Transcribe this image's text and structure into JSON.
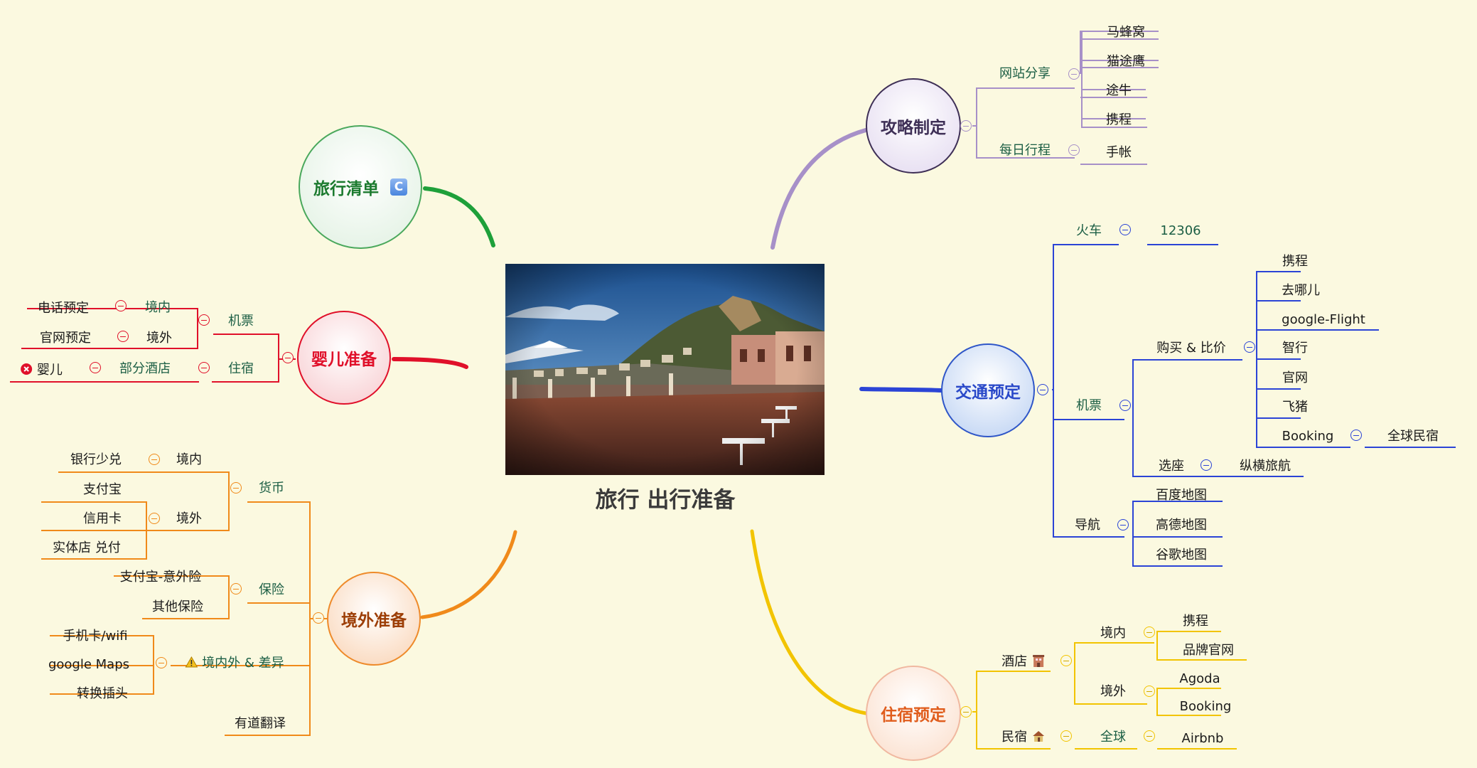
{
  "central": {
    "title": "旅行 出行准备",
    "image": "landscape-photo"
  },
  "travel_list": {
    "label": "旅行清单",
    "badge": "C"
  },
  "strategy": {
    "label": "攻略制定",
    "site_share": {
      "label": "网站分享",
      "items": [
        "马蜂窝",
        "猫途鹰",
        "途牛",
        "携程"
      ]
    },
    "daily": {
      "label": "每日行程",
      "items": [
        "手帐"
      ]
    }
  },
  "transport": {
    "label": "交通预定",
    "train": {
      "label": "火车",
      "item": "12306"
    },
    "flight": {
      "label": "机票",
      "compare": {
        "label": "购买 & 比价",
        "items": [
          "携程",
          "去哪儿",
          "google-Flight",
          "智行",
          "官网",
          "飞猪",
          "Booking"
        ],
        "booking_child": "全球民宿"
      },
      "seat": {
        "label": "选座",
        "item": "纵横旅航"
      }
    },
    "nav": {
      "label": "导航",
      "items": [
        "百度地图",
        "高德地图",
        "谷歌地图"
      ]
    }
  },
  "lodging": {
    "label": "住宿预定",
    "hotel": {
      "label": "酒店",
      "domestic": {
        "label": "境内",
        "items": [
          "携程",
          "品牌官网"
        ]
      },
      "abroad": {
        "label": "境外",
        "items": [
          "Agoda",
          "Booking"
        ]
      }
    },
    "homestay": {
      "label": "民宿",
      "global": {
        "label": "全球",
        "item": "Airbnb"
      }
    }
  },
  "baby": {
    "label": "婴儿准备",
    "ticket": {
      "label": "机票",
      "domestic": {
        "label": "境内",
        "item": "电话预定"
      },
      "abroad": {
        "label": "境外",
        "item": "官网预定"
      }
    },
    "stay": {
      "label": "住宿",
      "partial": {
        "label": "部分酒店",
        "item": "婴儿"
      }
    }
  },
  "overseas": {
    "label": "境外准备",
    "currency": {
      "label": "货币",
      "domestic": {
        "label": "境内",
        "item": "银行少兑"
      },
      "abroad": {
        "label": "境外",
        "items": [
          "支付宝",
          "信用卡",
          "实体店 兑付"
        ]
      }
    },
    "insurance": {
      "label": "保险",
      "items": [
        "支付宝-意外险",
        "其他保险"
      ]
    },
    "diff": {
      "label": "境内外 & 差异",
      "items": [
        "手机卡/wifi",
        "google Maps",
        "转换插头"
      ]
    },
    "translate": "有道翻译"
  },
  "colors": {
    "background": "#fbf9e0",
    "strategy": "#a790c8",
    "transport": "#2b44d6",
    "lodging": "#f2c400",
    "baby": "#e0102a",
    "overseas": "#f08a1a",
    "travel_list": "#1ea03a"
  }
}
